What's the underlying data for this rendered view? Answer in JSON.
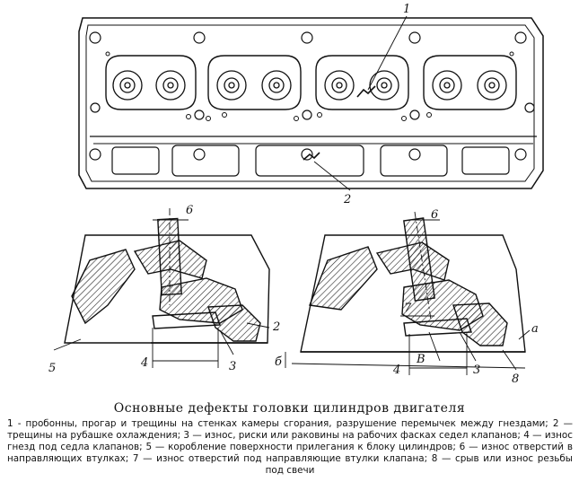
{
  "figure": {
    "callouts_top": [
      "1",
      "2"
    ],
    "callouts_left": [
      "6",
      "2",
      "3",
      "4",
      "5"
    ],
    "callouts_right": [
      "6",
      "7",
      "б",
      "4",
      "В",
      "3",
      "а",
      "8"
    ]
  },
  "caption": {
    "title": "Основные дефекты головки цилиндров двигателя",
    "text": "1 - пробонны, прогар и трещины на стенках камеры сгорания, разрушение перемычек между гнездами; 2 — трещины на рубашке охлаждения; 3 — износ, риски или раковины на рабочих фасках седел клапанов; 4 — износ гнезд под седла клапанов; 5 — коробление поверхности прилегания к блоку цилиндров; 6 — износ отверстий в направляющих втулках; 7 — износ отверстий под направляющие втулки клапана; 8 — срыв или износ резьбы под свечи"
  }
}
